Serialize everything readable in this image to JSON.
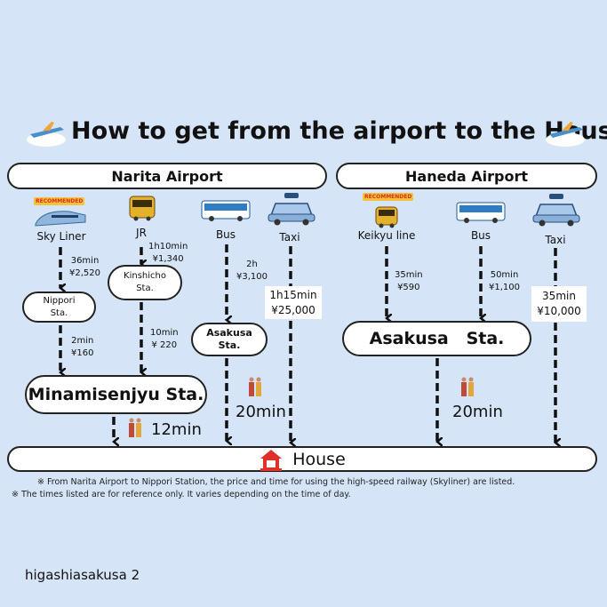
{
  "title": "How to get from the airport to the House",
  "narita": {
    "header": "Narita Airport",
    "modes": [
      {
        "label": "Sky Liner",
        "badge": "RECOMMENDED",
        "icon": "train-icon"
      },
      {
        "label": "JR",
        "icon": "jr-train-icon"
      },
      {
        "label": "Bus",
        "icon": "bus-icon"
      },
      {
        "label": "Taxi",
        "icon": "taxi-icon"
      }
    ],
    "skyliner_leg1": {
      "time": "36min",
      "price": "¥2,520"
    },
    "nippori": "Nippori Sta.",
    "skyliner_leg2": {
      "time": "2min",
      "price": "¥160"
    },
    "jr_leg1": {
      "time": "1h10min",
      "price": "¥1,340"
    },
    "kinshicho": "Kinshicho Sta.",
    "jr_leg2": {
      "time": "10min",
      "price": "¥ 220"
    },
    "bus_leg1": {
      "time": "2h",
      "price": "¥3,100"
    },
    "asakusa": "Asakusa Sta.",
    "bus_walk": "20min",
    "taxi": {
      "time": "1h15min",
      "price": "¥25,000"
    },
    "minamisenjyu": "Minamisenjyu Sta.",
    "minamisenjyu_walk": "12min"
  },
  "haneda": {
    "header": "Haneda Airport",
    "modes": [
      {
        "label": "Keikyu line",
        "badge": "RECOMMENDED",
        "icon": "train-icon"
      },
      {
        "label": "Bus",
        "icon": "bus-icon"
      },
      {
        "label": "Taxi",
        "icon": "taxi-icon"
      }
    ],
    "keikyu": {
      "time": "35min",
      "price": "¥590"
    },
    "bus": {
      "time": "50min",
      "price": "¥1,100"
    },
    "taxi": {
      "time": "35min",
      "price": "¥10,000"
    },
    "asakusa": "Asakusa   Sta.",
    "walk": "20min"
  },
  "house": "House",
  "notes": [
    "※ From Narita Airport to Nippori Station, the price and time for using the high-speed railway (Skyliner) are listed.",
    "※ The times listed are for reference only. It varies depending on the time of day."
  ],
  "footer": "higashiasakusa 2",
  "colors": {
    "background": "#d5e5f7",
    "house_icon": "#e0302a",
    "badge": "#f7c23a"
  }
}
